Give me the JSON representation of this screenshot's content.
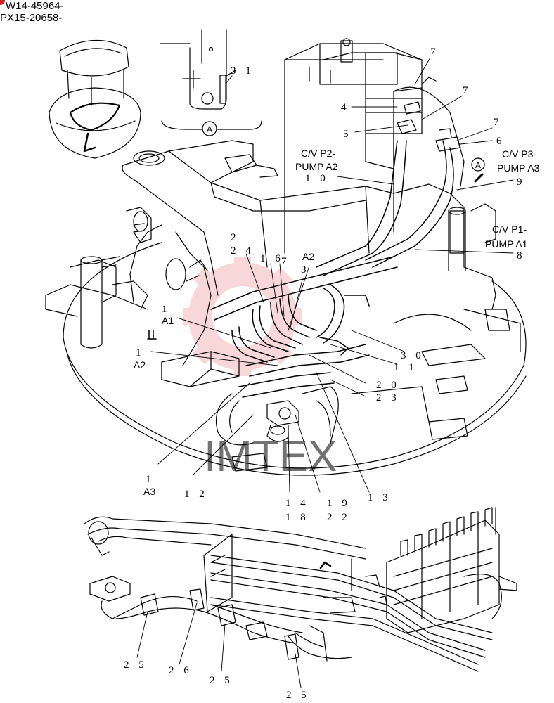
{
  "serials": [
    "W14-45964-",
    "PX15-20658-"
  ],
  "detail_marker": "A",
  "callouts": {
    "c31": "3 1",
    "c7a": "7",
    "c7b": "7",
    "c7c": "7",
    "c7d": "7",
    "c4": "4",
    "c5": "5",
    "c6": "6",
    "c10": "1 0",
    "c9": "9",
    "c8": "8",
    "c2": "2",
    "c24": "2 4",
    "c16": "1 6",
    "c3": "3",
    "c1a": "1",
    "c1b": "1",
    "c1c": "1",
    "c30": "3 0",
    "c11": "1 1",
    "c20": "2 0",
    "c23": "2 3",
    "c12": "1 2",
    "c14": "1 4",
    "c18": "1 8",
    "c19": "1 9",
    "c22": "2 2",
    "c13": "1 3",
    "c25a": "2 5",
    "c26": "2 6",
    "c25b": "2 5",
    "c25c": "2 5"
  },
  "port_labels": {
    "cv_p2_line1": "C/V P2-",
    "cv_p2_line2": "PUMP A2",
    "cv_p3_line1": "C/V P3-",
    "cv_p3_line2": "PUMP A3",
    "cv_p1_line1": "C/V P1-",
    "cv_p1_line2": "PUMP A1",
    "a2_top": "A2",
    "a1": "A1",
    "a2": "A2",
    "a3": "A3"
  },
  "colors": {
    "line": "#000000",
    "watermark": "#f2b8b8",
    "serial_dot": "#d81f2a"
  }
}
